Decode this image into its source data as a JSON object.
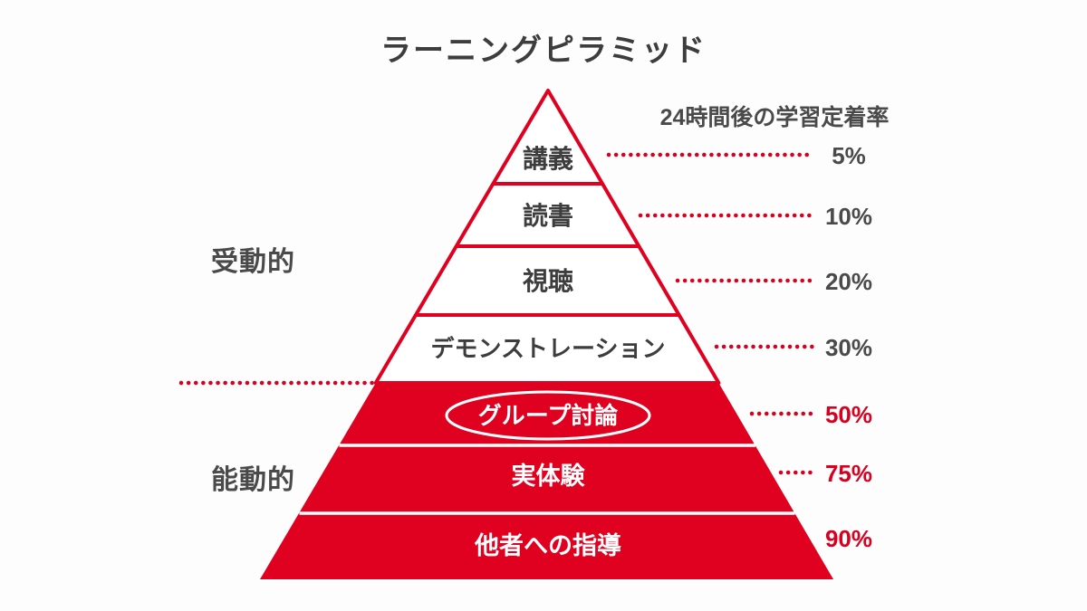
{
  "title": "ラーニングピラミッド",
  "retention_header": "24時間後の学習定着率",
  "side_labels": {
    "passive": "受動的",
    "active": "能動的"
  },
  "colors": {
    "pyramid_red": "#e0001f",
    "dotted_line_red": "#d9001f",
    "dark_text": "#3d3d3d",
    "white": "#ffffff"
  },
  "chart_data": {
    "type": "pyramid",
    "title": "ラーニングピラミッド",
    "annotation": "24時間後の学習定着率",
    "groups": [
      "受動的",
      "能動的"
    ],
    "levels": [
      {
        "label": "講義",
        "retention": "5%",
        "value": 5,
        "group": "受動的",
        "fill": "white",
        "highlighted": false
      },
      {
        "label": "読書",
        "retention": "10%",
        "value": 10,
        "group": "受動的",
        "fill": "white",
        "highlighted": false
      },
      {
        "label": "視聴",
        "retention": "20%",
        "value": 20,
        "group": "受動的",
        "fill": "white",
        "highlighted": false
      },
      {
        "label": "デモンストレーション",
        "retention": "30%",
        "value": 30,
        "group": "受動的",
        "fill": "white",
        "highlighted": false
      },
      {
        "label": "グループ討論",
        "retention": "50%",
        "value": 50,
        "group": "能動的",
        "fill": "red",
        "highlighted": true
      },
      {
        "label": "実体験",
        "retention": "75%",
        "value": 75,
        "group": "能動的",
        "fill": "red",
        "highlighted": false
      },
      {
        "label": "他者への指導",
        "retention": "90%",
        "value": 90,
        "group": "能動的",
        "fill": "red",
        "highlighted": false
      }
    ]
  }
}
